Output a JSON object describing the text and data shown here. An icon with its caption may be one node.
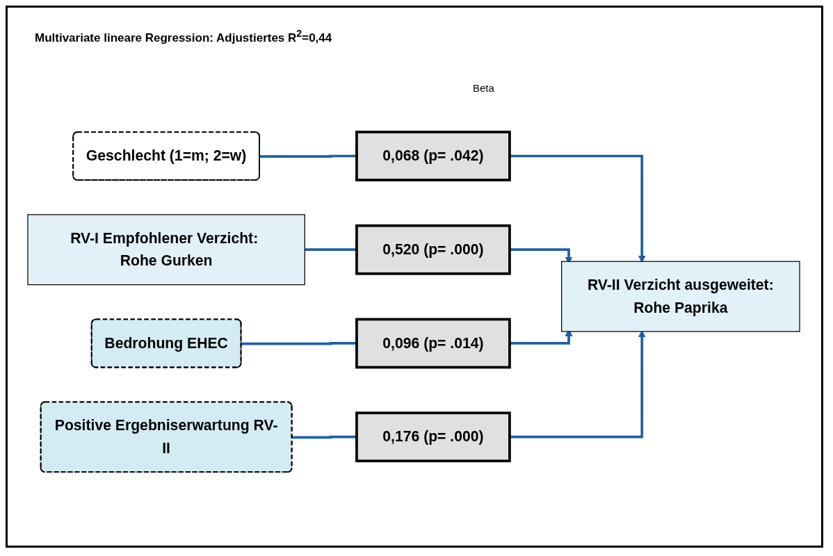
{
  "diagram": {
    "title": "Multivariate lineare Regression: Adjustiertes R$^{2}$=0,44",
    "nodes": [
      {
        "text": [
          "Geschlecht (1=m; 2=w)"
        ]
      },
      {
        "text": [
          "0,068 (p= .042)"
        ]
      },
      {
        "text": [
          "RV-I Empfohlener Verzicht: Rohe Gurken"
        ]
      },
      {
        "text": [
          "0,520 (p= .000)"
        ]
      },
      {
        "text": [
          "Bedrohung EHEC"
        ]
      },
      {
        "text": [
          "0,096 (p= .014)"
        ]
      },
      {
        "text": [
          "Positive Ergebniserwartung RV-II"
        ]
      },
      {
        "text": [
          "0,176 (p= .000)"
        ]
      },
      {
        "text": [
          "RV-II Verzicht ausgeweitet:",
          "Rohe  Paprika"
        ]
      }
    ],
    "edges": [
      {
        "from": 0,
        "to": 1,
        "arrow": "none"
      },
      {
        "from": 1,
        "to": 8,
        "arrow": "to"
      },
      {
        "from": 2,
        "to": 3,
        "arrow": "none"
      },
      {
        "from": 3,
        "to": 8,
        "arrow": "to"
      },
      {
        "from": 4,
        "to": 5,
        "arrow": "none"
      },
      {
        "from": 5,
        "to": 8,
        "arrow": "to"
      },
      {
        "from": 6,
        "to": 7,
        "arrow": "none"
      },
      {
        "from": 7,
        "to": 8,
        "arrow": "to"
      }
    ],
    "labels": [
      "Beta"
    ]
  }
}
